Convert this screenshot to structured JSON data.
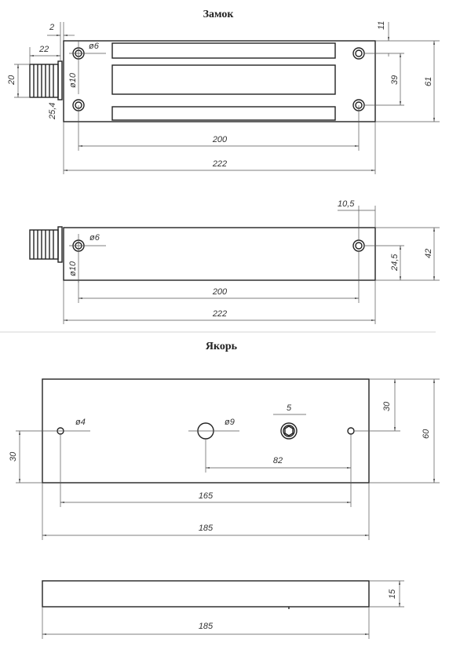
{
  "lock": {
    "title": "Замок",
    "top_view": {
      "d2": "2",
      "d22": "22",
      "d20": "20",
      "d25_4": "25,4",
      "hole_d6": "ø6",
      "hole_d10": "ø10",
      "d11": "11",
      "d39": "39",
      "d61": "61",
      "d200": "200",
      "d222": "222"
    },
    "side_view": {
      "d10_5": "10,5",
      "hole_d6": "ø6",
      "hole_d10": "ø10",
      "d24_5": "24,5",
      "d42": "42",
      "d200": "200",
      "d222": "222"
    }
  },
  "anchor": {
    "title": "Якорь",
    "front_view": {
      "hole_d4": "ø4",
      "hole_d9": "ø9",
      "d5": "5",
      "d82": "82",
      "d165": "165",
      "d185": "185",
      "d30_left": "30",
      "d30_right": "30",
      "d60": "60"
    },
    "side_view": {
      "d15": "15",
      "d185": "185"
    }
  }
}
